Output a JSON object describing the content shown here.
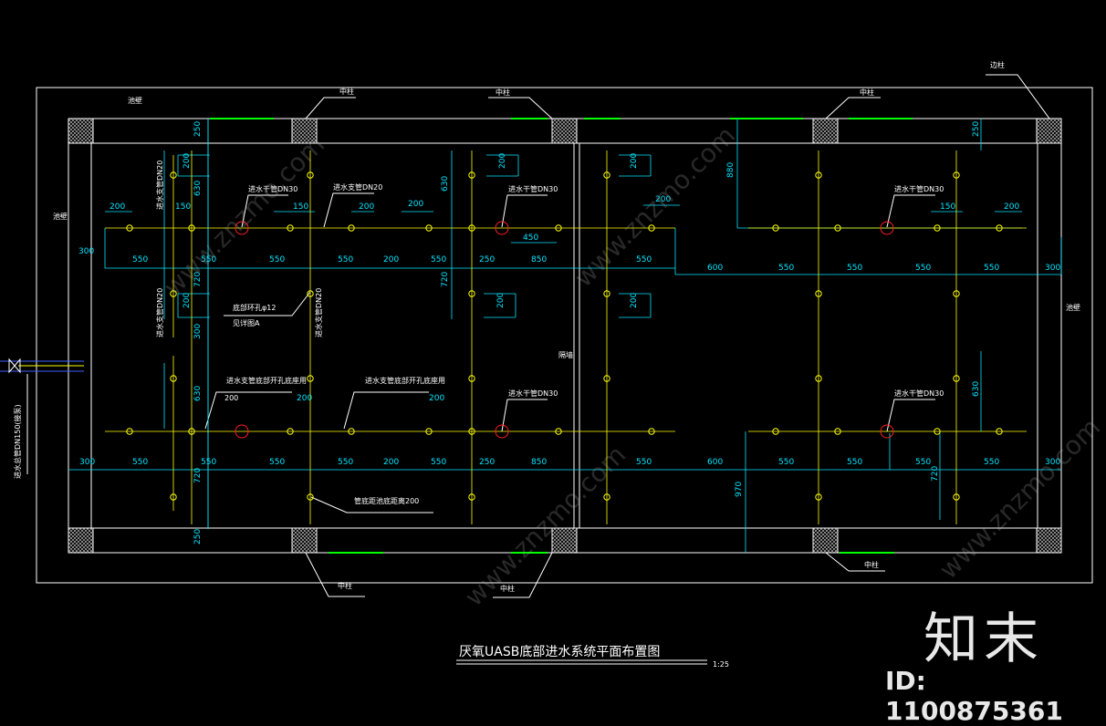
{
  "colors": {
    "background": "#000000",
    "outline": "#ffffff",
    "dimension": "#00e5ff",
    "pipe": "#ffff00",
    "accent_green": "#00ff00",
    "valve_red": "#ff2020"
  },
  "title": "厌氧UASB底部进水系统平面布置图",
  "scale": "1:25",
  "labels": {
    "corner_col": "池壁",
    "wall_top_right": "池壁",
    "mid_col": "中柱",
    "side_col": "边柱",
    "left_wall": "池壁",
    "right_wall": "池壁",
    "partition": "隔墙",
    "main_pipe": "进水干管DN30",
    "branch_pipe": "进水支管DN20",
    "branch_v": "进水支管DN20",
    "anchor": "底部环孔φ12",
    "anchor_sub": "见详图A",
    "inlet_pipe": "进水总管DN150(接泵)",
    "branch_hole_left": "进水支管底部开孔底座用",
    "branch_hole_right": "进水支管底部开孔底座用",
    "hole_value": "200",
    "bottom_note": "管底距池底距离200"
  },
  "dims": {
    "d200": "200",
    "d150": "150",
    "d250": "250",
    "d300": "300",
    "d450": "450",
    "d550": "550",
    "d600": "600",
    "d630": "630",
    "d720": "720",
    "d850": "850",
    "d880": "880",
    "d970": "970"
  },
  "watermark": {
    "logo": "知末",
    "id": "ID: 1100875361",
    "site": "www.znzmo.com"
  }
}
